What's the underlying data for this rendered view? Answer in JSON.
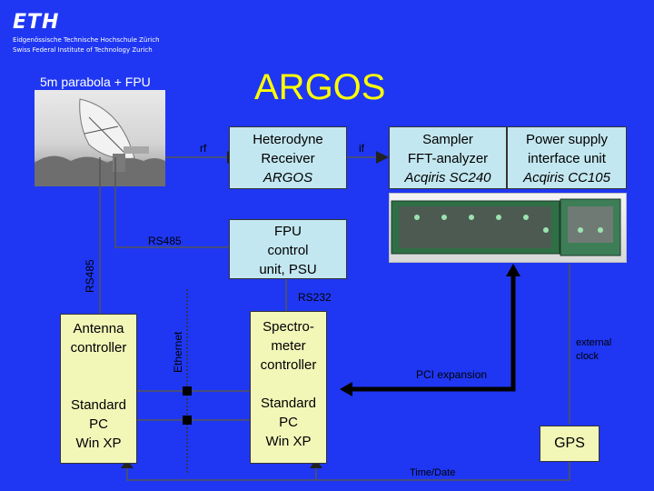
{
  "logo": {
    "text": "ETH"
  },
  "institution": {
    "line1": "Eidgenössische Technische Hochschule Zürich",
    "line2": "Swiss Federal Institute of Technology Zurich"
  },
  "title": "ARGOS",
  "photo": {
    "label": "5m parabola + FPU"
  },
  "boxes": {
    "heterodyne": {
      "line1": "Heterodyne",
      "line2": "Receiver",
      "line3": "ARGOS"
    },
    "sampler": {
      "line1": "Sampler",
      "line2": "FFT-analyzer",
      "line3": "Acqiris SC240"
    },
    "psu": {
      "line1": "Power supply",
      "line2": "interface unit",
      "line3": "Acqiris CC105"
    },
    "fpu": {
      "line1": "FPU",
      "line2": "control",
      "line3": "unit, PSU"
    },
    "antenna": {
      "line1": "Antenna",
      "line2": "controller",
      "line3": "Standard",
      "line4": "PC",
      "line5": "Win XP"
    },
    "spectro": {
      "line1": "Spectro-",
      "line2": "meter",
      "line3": "controller",
      "line4": "Standard",
      "line5": "PC",
      "line6": "Win XP"
    },
    "gps": {
      "label": "GPS"
    }
  },
  "connections": {
    "rf": "rf",
    "if": "if",
    "rs485_h": "RS485",
    "rs485_v": "RS485",
    "rs232": "RS232",
    "ethernet": "Ethernet",
    "pci": "PCI expansion",
    "external_clock_1": "external",
    "external_clock_2": "clock",
    "time_date": "Time/Date"
  },
  "colors": {
    "background": "#1f37f2",
    "title": "#ffff00",
    "box_blue": "#c3e7f0",
    "box_yellow": "#f2f7b8"
  }
}
